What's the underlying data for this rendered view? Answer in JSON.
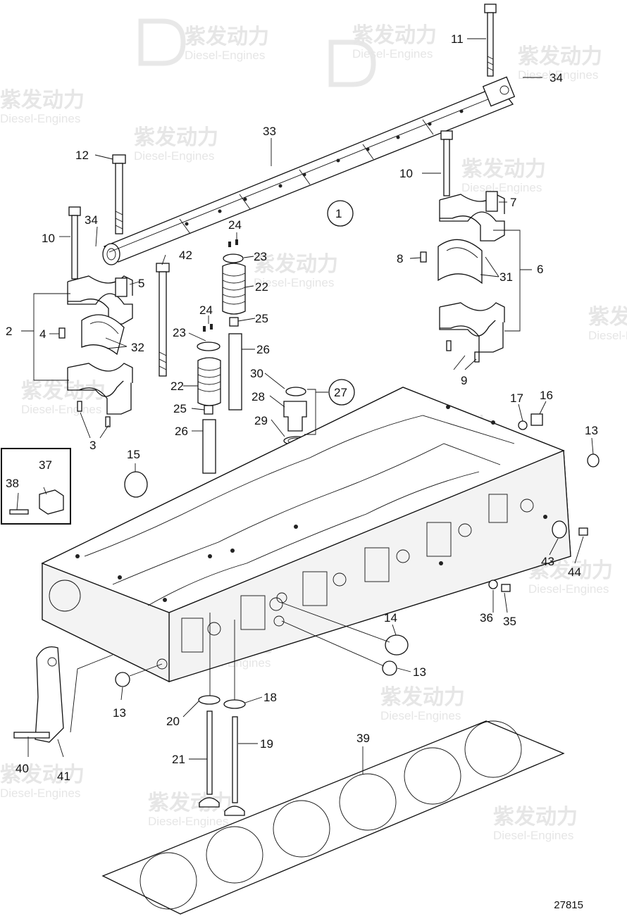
{
  "watermark": {
    "brand_cn": "紫发动力",
    "brand_en": "Diesel-Engines"
  },
  "callouts": {
    "c1": "1",
    "c2": "2",
    "c3": "3",
    "c4": "4",
    "c5": "5",
    "c6": "6",
    "c7": "7",
    "c8": "8",
    "c9": "9",
    "c10": "10",
    "c11": "11",
    "c12": "12",
    "c13": "13",
    "c14": "14",
    "c15": "15",
    "c16": "16",
    "c17": "17",
    "c18": "18",
    "c19": "19",
    "c20": "20",
    "c21": "21",
    "c22": "22",
    "c23": "23",
    "c24": "24",
    "c25": "25",
    "c26": "26",
    "c27": "27",
    "c28": "28",
    "c29": "29",
    "c30": "30",
    "c31": "31",
    "c32": "32",
    "c33": "33",
    "c34": "34",
    "c35": "35",
    "c36": "36",
    "c37": "37",
    "c38": "38",
    "c39": "39",
    "c40": "40",
    "c41": "41",
    "c42": "42",
    "c43": "43",
    "c44": "44"
  },
  "drawing_number": "27815"
}
